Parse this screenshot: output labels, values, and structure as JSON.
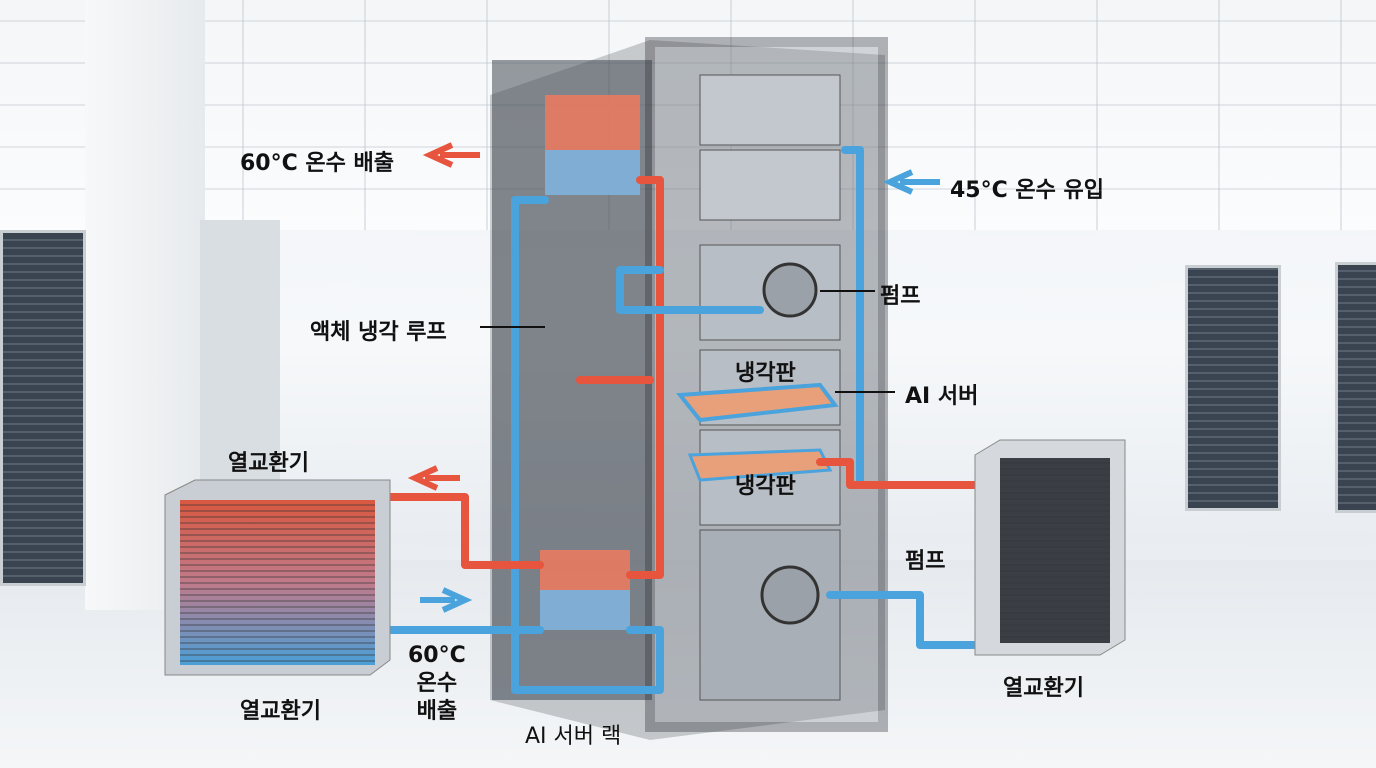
{
  "labels": {
    "hot_out_top": "60°C 온수 배출",
    "warm_in": "45°C 온수 유입",
    "pump_top": "펌프",
    "loop": "액체 냉각 루프",
    "cold_plate_1": "냉각판",
    "ai_server": "AI 서버",
    "cold_plate_2": "냉각판",
    "hx_left_top": "열교환기",
    "pump_bottom": "펌프",
    "hx_left_bottom": "열교환기",
    "hot_out_bottom": [
      "60°C",
      "온수",
      "배출"
    ],
    "rack": "AI 서버 랙",
    "hx_right": "열교환기"
  },
  "colors": {
    "hot": "#e8553e",
    "cold": "#4aa3dc",
    "rack": "#2b2f35"
  }
}
